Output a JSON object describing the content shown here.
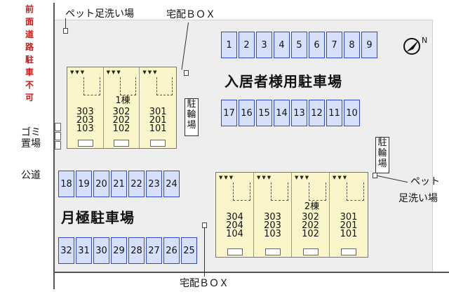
{
  "road": {
    "front": "前面道路駐車不可",
    "public": "公道"
  },
  "labels": {
    "pet_wash_top": "ペット足洗い場",
    "delivery_box_top": "宅配ＢＯＸ",
    "resident_parking": "入居者様用駐車場",
    "monthly_parking": "月極駐車場",
    "bike_left": "駐輪場",
    "bike_right": "駐輪場",
    "garbage": "ゴミ置場",
    "pet_wash_right_line1": "ペット",
    "pet_wash_right_line2": "足洗い場",
    "delivery_box_bottom": "宅配ＢＯＸ"
  },
  "parking": {
    "resident_top": [
      "1",
      "2",
      "3",
      "4",
      "5",
      "6",
      "7",
      "8",
      "9"
    ],
    "resident_mid": [
      "17",
      "16",
      "15",
      "14",
      "13",
      "12",
      "11",
      "10"
    ],
    "monthly_top": [
      "18",
      "19",
      "20",
      "21",
      "22",
      "23",
      "24"
    ],
    "monthly_bottom": [
      "32",
      "31",
      "30",
      "29",
      "28",
      "27",
      "26",
      "25"
    ]
  },
  "building1": {
    "name": "1棟",
    "units": [
      {
        "rooms": [
          "303",
          "203",
          "103"
        ]
      },
      {
        "rooms": [
          "302",
          "202",
          "102"
        ]
      },
      {
        "rooms": [
          "301",
          "201",
          "101"
        ]
      }
    ]
  },
  "building2": {
    "name": "2棟",
    "units": [
      {
        "rooms": [
          "304",
          "204",
          "104"
        ]
      },
      {
        "rooms": [
          "303",
          "203",
          "103"
        ]
      },
      {
        "rooms": [
          "302",
          "202",
          "102"
        ]
      },
      {
        "rooms": [
          "301",
          "201",
          "101"
        ]
      }
    ]
  },
  "compass": {
    "letter": "N"
  },
  "colors": {
    "space_fill": "#d6e0fb",
    "space_border": "#2c48d4",
    "building_fill": "#faf6c9",
    "road_text": "#d01515"
  }
}
